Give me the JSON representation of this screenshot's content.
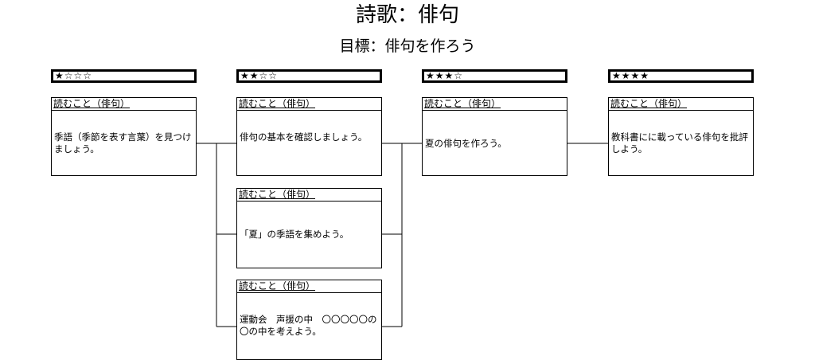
{
  "header": {
    "title": "詩歌：俳句",
    "subtitle": "目標：俳句を作ろう"
  },
  "levels": [
    {
      "stars": "★☆☆☆"
    },
    {
      "stars": "★★☆☆"
    },
    {
      "stars": "★★★☆"
    },
    {
      "stars": "★★★★"
    }
  ],
  "cards": [
    {
      "head": "読むこと（俳句）",
      "body": "季語（季節を表す言葉）を見つけましょう。"
    },
    {
      "head": "読むこと（俳句）",
      "body": "俳句の基本を確認しましょう。"
    },
    {
      "head": "読むこと（俳句）",
      "body": "「夏」の季語を集めよう。"
    },
    {
      "head": "読むこと（俳句）",
      "body": "運動会　声援の中　〇〇〇〇〇の〇の中を考えよう。"
    },
    {
      "head": "読むこと（俳句）",
      "body": "夏の俳句を作ろう。"
    },
    {
      "head": "読むこと（俳句）",
      "body": "教科書にに載っている俳句を批評しよう。"
    }
  ]
}
